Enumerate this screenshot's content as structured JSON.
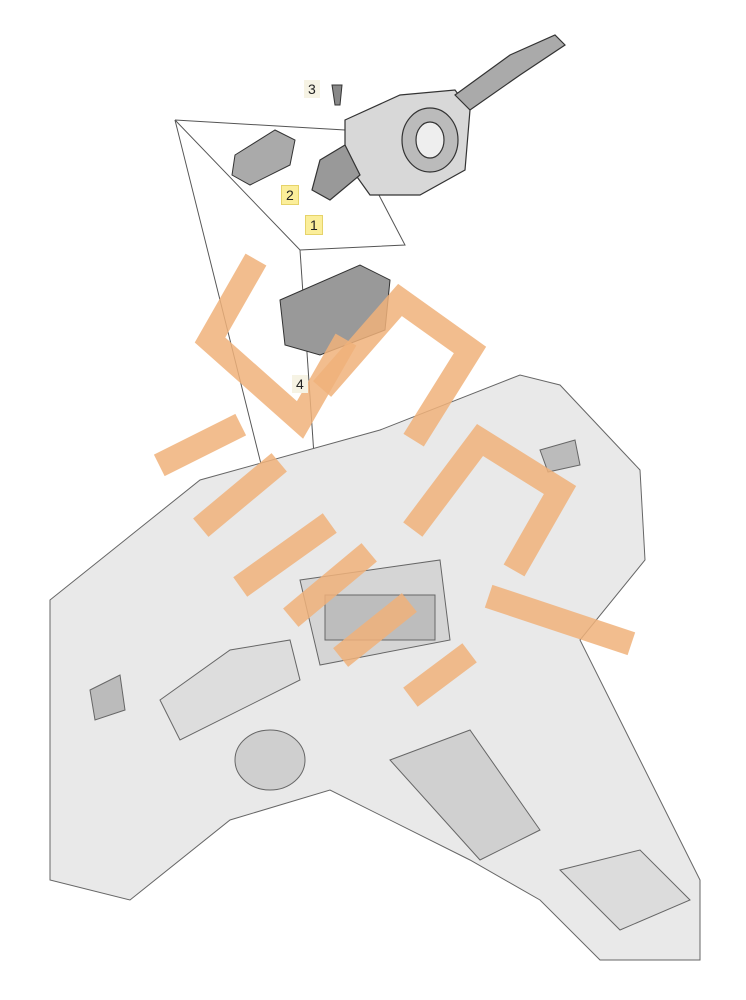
{
  "diagram": {
    "callouts": [
      {
        "id": "1",
        "highlighted": true
      },
      {
        "id": "2",
        "highlighted": true
      },
      {
        "id": "3",
        "highlighted": false
      },
      {
        "id": "4",
        "highlighted": false
      }
    ],
    "highlight_color": "#fbee9a",
    "watermark": {
      "text": "EPC PARTS",
      "color": "#f0b27a"
    }
  }
}
